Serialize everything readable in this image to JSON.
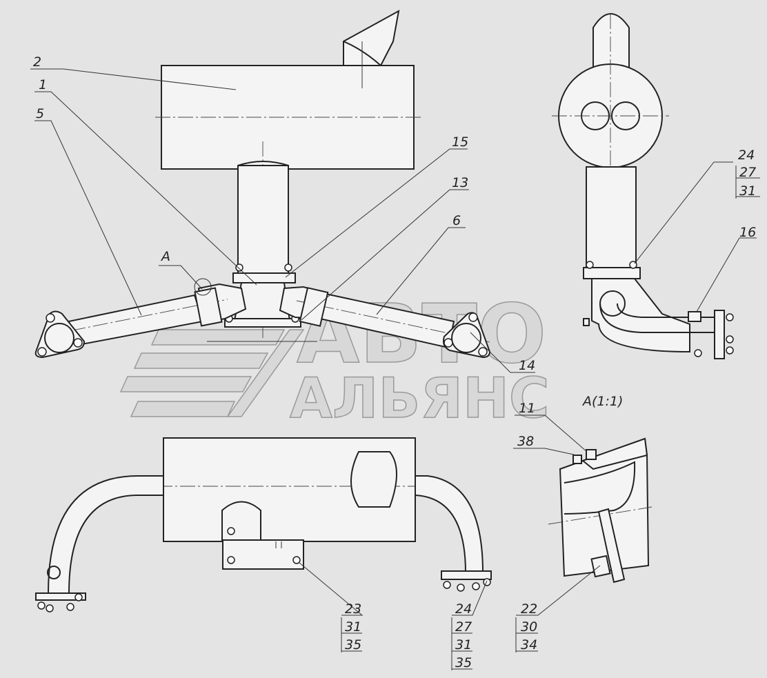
{
  "labels": {
    "l1": "1",
    "l2": "2",
    "l5": "5",
    "l6": "6",
    "l11": "11",
    "l13": "13",
    "l14": "14",
    "l15": "15",
    "l16": "16",
    "l38": "38",
    "view_A": "A",
    "view_A_scale": "A(1:1)",
    "s1": [
      "24",
      "27",
      "31"
    ],
    "s2": [
      "23",
      "31",
      "35"
    ],
    "s3": [
      "24",
      "27",
      "31",
      "35"
    ],
    "s4": [
      "22",
      "30",
      "34"
    ]
  },
  "watermark": {
    "line1": "АВТО",
    "line2": "АЛЬЯНС"
  },
  "colors": {
    "line": "#222222",
    "paper": "#e4e4e4",
    "watermark": "#8c8c8c"
  }
}
